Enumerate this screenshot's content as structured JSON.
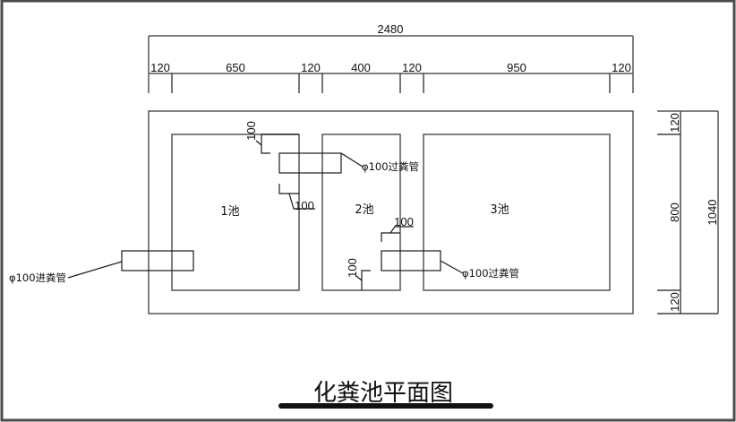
{
  "drawing": {
    "title": "化粪池平面图",
    "overall_length_label": "2480",
    "horizontal_segments": [
      "120",
      "650",
      "120",
      "400",
      "120",
      "950",
      "120"
    ],
    "vertical_segments": [
      "120",
      "800",
      "120"
    ],
    "overall_width_label": "1040",
    "chambers": [
      {
        "label": "1池"
      },
      {
        "label": "2池"
      },
      {
        "label": "3池"
      }
    ],
    "pipes": [
      {
        "label": "φ100进粪管"
      },
      {
        "label": "φ100过粪管"
      },
      {
        "label": "φ100过粪管"
      }
    ],
    "offset_dims": [
      "100",
      "100",
      "100",
      "100"
    ]
  }
}
